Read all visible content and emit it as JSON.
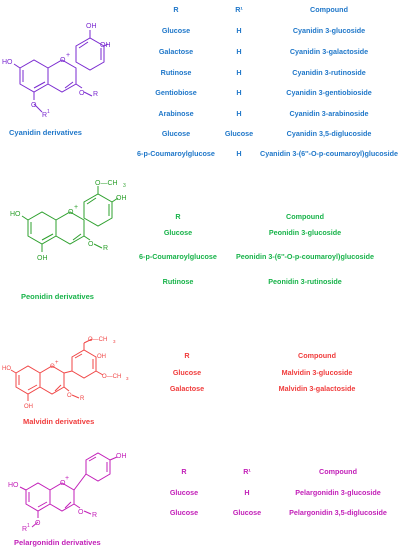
{
  "colors": {
    "cyanidin": "#1f77c9",
    "peonidin": "#18b34a",
    "malvidin": "#f03c3c",
    "pelargonidin": "#c21fb8",
    "structure_cyanidin": "#7a2ad0",
    "structure_peonidin": "#2da02d",
    "structure_malvidin": "#f04646",
    "structure_pelargonidin": "#c21fb8"
  },
  "panels": [
    {
      "caption": "Cyanidin derivatives",
      "headers": [
        "R",
        "R¹",
        "Compound"
      ],
      "rows": [
        [
          "Glucose",
          "H",
          "Cyanidin 3-glucoside"
        ],
        [
          "Galactose",
          "H",
          "Cyanidin 3-galactoside"
        ],
        [
          "Rutinose",
          "H",
          "Cyanidin 3-rutinoside"
        ],
        [
          "Gentiobiose",
          "H",
          "Cyanidin 3-gentiobioside"
        ],
        [
          "Arabinose",
          "H",
          "Cyanidin 3-arabinoside"
        ],
        [
          "Glucose",
          "Glucose",
          "Cyanidin 3,5-diglucoside"
        ],
        [
          "6-p-Coumaroylglucose",
          "H",
          "Cyanidin 3-(6''-O-p-coumaroyl)glucoside"
        ]
      ],
      "labels": {
        "oh1": "OH",
        "oh2": "OH",
        "ho": "HO",
        "o_plus": "O",
        "plus": "+",
        "o_r": "O",
        "r": "R",
        "o_r1": "O",
        "r1": "R",
        "sup1": "1"
      }
    },
    {
      "caption": "Peonidin derivatives",
      "headers": [
        "R",
        "Compound"
      ],
      "rows": [
        [
          "Glucose",
          "Peonidin 3-glucoside"
        ],
        [
          "6-p-Coumaroylglucose",
          "Peonidin 3-(6''-O-p-coumaroyl)glucoside"
        ],
        [
          "Rutinose",
          "Peonidin 3-rutinoside"
        ]
      ],
      "labels": {
        "och3": "O—CH",
        "sub3": "3",
        "oh": "OH",
        "ho": "HO",
        "o_plus": "O",
        "plus": "+",
        "o_r": "O",
        "r": "R",
        "oh_bottom": "OH"
      }
    },
    {
      "caption": "Malvidin derivatives",
      "headers": [
        "R",
        "Compound"
      ],
      "rows": [
        [
          "Glucose",
          "Malvidin 3-glucoside"
        ],
        [
          "Galactose",
          "Malvidin 3-galactoside"
        ]
      ],
      "labels": {
        "och3a": "O—CH",
        "sub3a": "3",
        "oh": "OH",
        "och3b": "O—CH",
        "sub3b": "3",
        "ho": "HO",
        "o_plus": "O",
        "plus": "+",
        "o_r": "O",
        "r": "R",
        "oh_bottom": "OH"
      }
    },
    {
      "caption": "Pelargonidin derivatives",
      "headers": [
        "R",
        "R¹",
        "Compound"
      ],
      "rows": [
        [
          "Glucose",
          "H",
          "Pelargonidin 3-glucoside"
        ],
        [
          "Glucose",
          "Glucose",
          "Pelargonidin 3,5-diglucoside"
        ]
      ],
      "labels": {
        "oh": "OH",
        "ho": "HO",
        "o_plus": "O",
        "plus": "+",
        "o_r": "O",
        "r": "R",
        "r1": "R",
        "sup1": "1",
        "o_r1": "O"
      }
    }
  ]
}
